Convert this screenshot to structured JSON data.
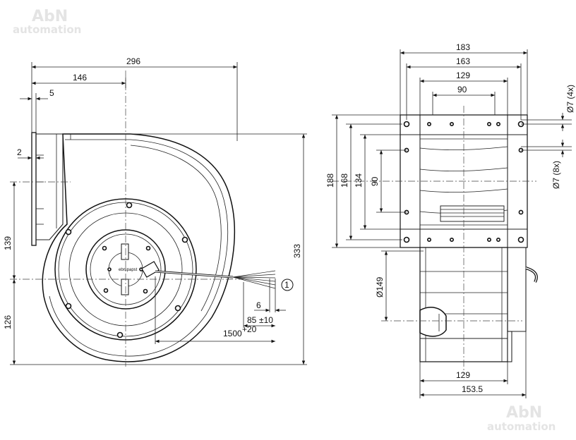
{
  "watermark": {
    "brand": "AbN",
    "sub": "automation"
  },
  "front_view": {
    "width_total": "296",
    "to_center": "146",
    "flange_thickness": "5",
    "flange_offset": "2",
    "height_total": "333",
    "upper_height": "139",
    "lower_height": "126",
    "cable_strip": "6",
    "cable_wire": "85",
    "cable_wire_tol": "±10",
    "cable_length": "1500",
    "cable_length_tol": "+20",
    "callout": "1",
    "hub_label": "ebmpapst"
  },
  "side_view": {
    "width_183": "183",
    "width_163": "163",
    "width_129": "129",
    "width_90": "90",
    "hole_4x": "Ø7 (4x)",
    "hole_8x": "Ø7 (8x)",
    "height_188": "188",
    "height_168": "168",
    "height_134": "134",
    "height_90": "90",
    "diameter_149": "Ø149",
    "bottom_129": "129",
    "bottom_153": "153.5"
  }
}
